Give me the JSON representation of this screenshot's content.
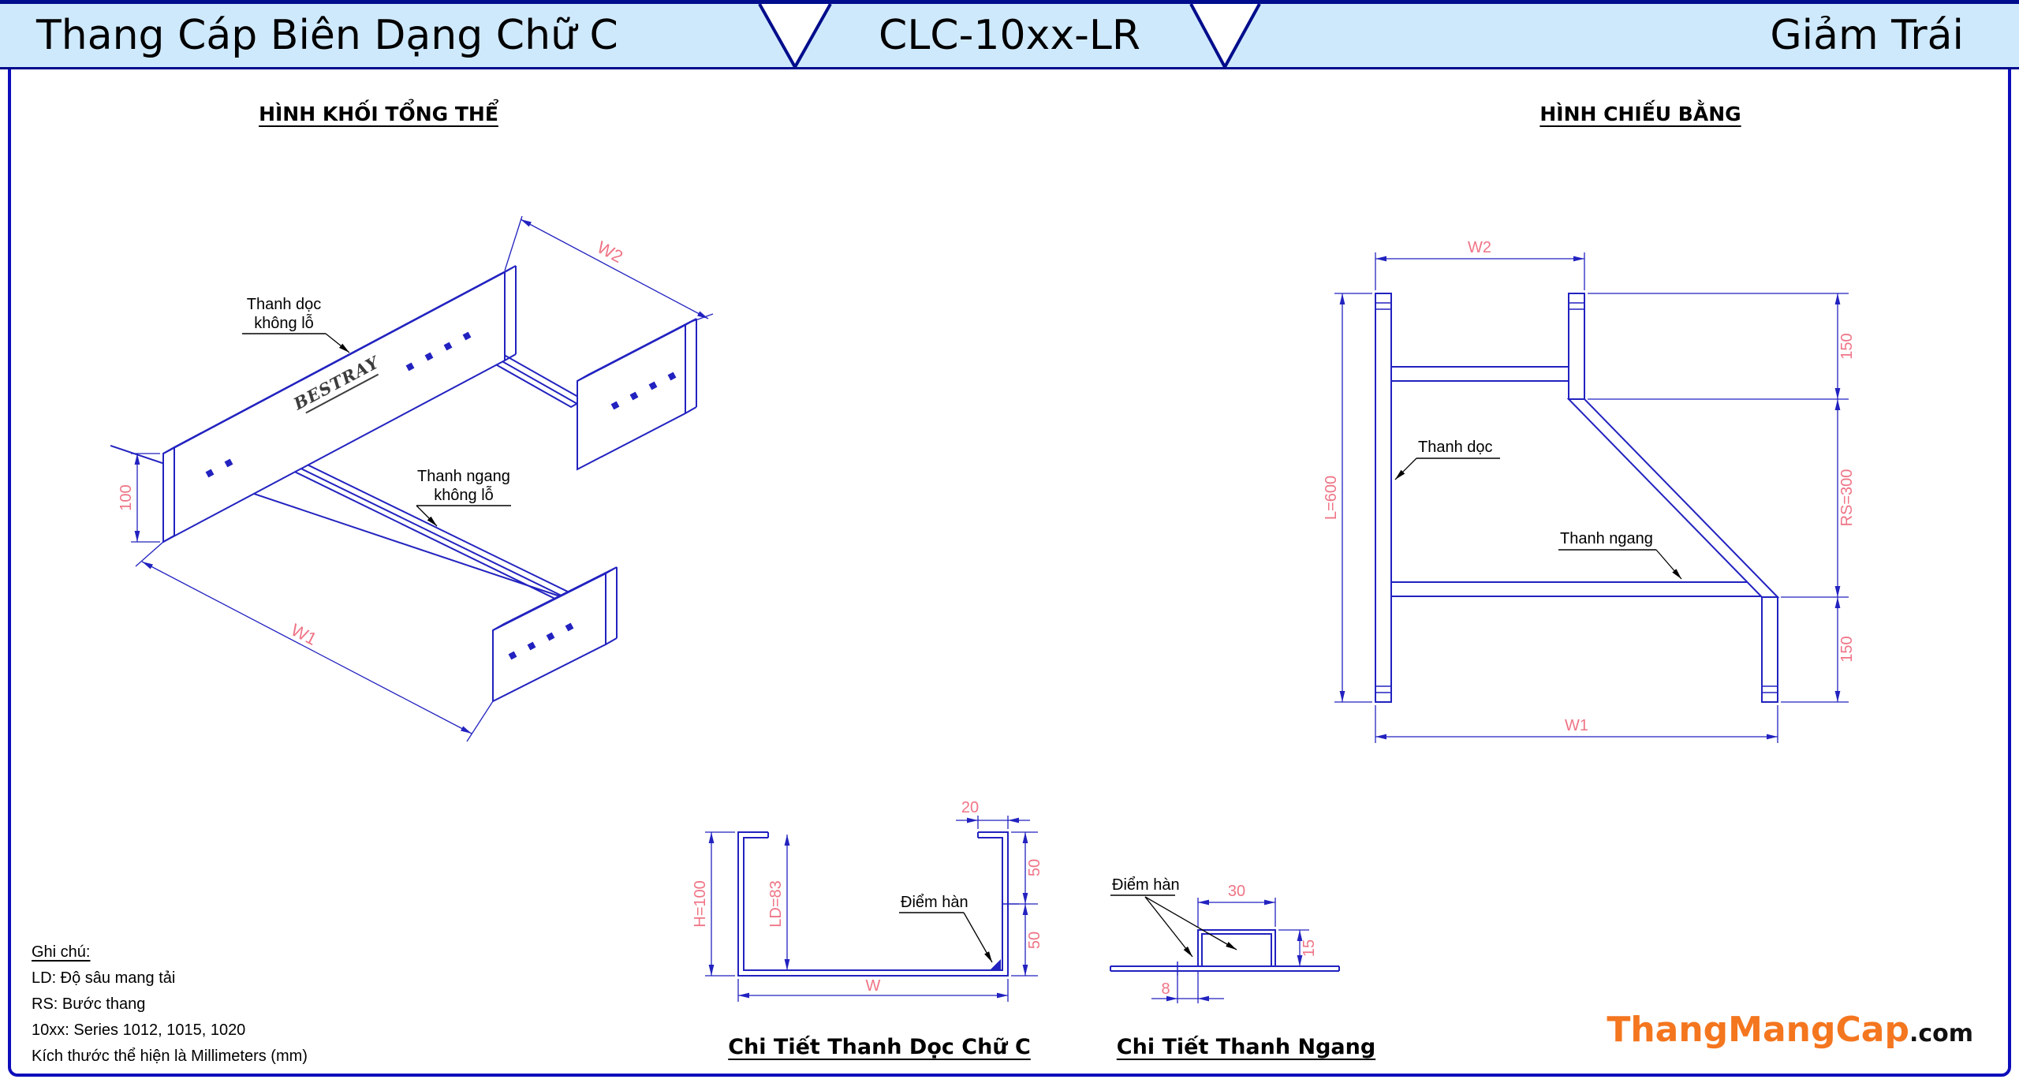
{
  "header": {
    "left_title": "Thang Cáp Biên Dạng Chữ C",
    "center_title": "CLC-10xx-LR",
    "right_title": "Giảm Trái"
  },
  "sections": {
    "iso_title": "HÌNH KHỐI TỔNG THỂ",
    "plan_title": "HÌNH CHIẾU BẰNG",
    "c_detail_title": "Chi Tiết Thanh Dọc Chữ C",
    "rung_detail_title": "Chi Tiết Thanh Ngang"
  },
  "iso": {
    "brand": "BESTRAY",
    "label_rail_line1": "Thanh dọc",
    "label_rail_line2": "không lỗ",
    "label_rung_line1": "Thanh ngang",
    "label_rung_line2": "không lỗ",
    "dim_w2": "W2",
    "dim_w1": "W1",
    "dim_height": "100"
  },
  "plan": {
    "dim_w2": "W2",
    "dim_l": "L=600",
    "dim_150_top": "150",
    "dim_rs": "RS=300",
    "dim_150_bottom": "150",
    "dim_w1": "W1",
    "label_rail": "Thanh dọc",
    "label_rung": "Thanh ngang"
  },
  "c_detail": {
    "dim_20": "20",
    "dim_h": "H=100",
    "dim_ld": "LD=83",
    "dim_50_top": "50",
    "dim_50_bottom": "50",
    "dim_w": "W",
    "label_weld": "Điểm hàn"
  },
  "rung_detail": {
    "dim_30": "30",
    "dim_15": "15",
    "dim_8": "8",
    "label_weld": "Điểm hàn"
  },
  "notes": {
    "title": "Ghi chú:",
    "lines": [
      "LD: Độ sâu mang tải",
      "RS: Bước thang",
      "10xx: Series 1012, 1015, 1020",
      "Kích thước thể hiện là Millimeters (mm)"
    ]
  },
  "logo": {
    "main": "ThangMangCap",
    "suffix": ".com"
  },
  "colors": {
    "header_bg": "#cfe9fc",
    "header_border": "#000d8c",
    "frame_border": "#0d0dbb",
    "drawing_line": "#2222c0",
    "dimension_text": "#ef7486",
    "logo_orange": "#f4761f"
  }
}
